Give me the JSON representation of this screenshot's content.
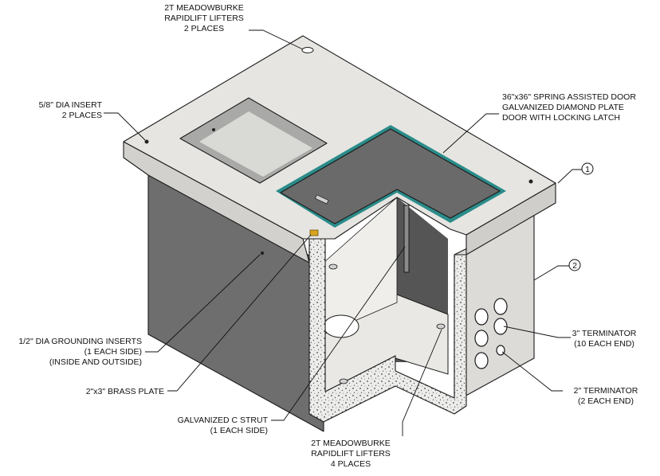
{
  "callouts": {
    "lifters_top": {
      "lines": [
        "2T MEADOWBURKE",
        "RAPIDLIFT LIFTERS",
        "2 PLACES"
      ]
    },
    "dia_insert": {
      "lines": [
        "5/8\" DIA INSERT",
        "2 PLACES"
      ]
    },
    "door": {
      "lines": [
        "36\"x36\" SPRING ASSISTED DOOR",
        "GALVANIZED DIAMOND PLATE",
        "DOOR WITH LOCKING LATCH"
      ]
    },
    "grounding": {
      "lines": [
        "1/2\" DIA GROUNDING INSERTS",
        "(1 EACH SIDE)",
        "(INSIDE AND OUTSIDE)"
      ]
    },
    "brass_plate": {
      "lines": [
        "2\"x3\" BRASS PLATE"
      ]
    },
    "c_strut": {
      "lines": [
        "GALVANIZED C STRUT",
        "(1 EACH SIDE)"
      ]
    },
    "lifters_bottom": {
      "lines": [
        "2T MEADOWBURKE",
        "RAPIDLIFT LIFTERS",
        "4 PLACES"
      ]
    },
    "term3": {
      "lines": [
        "3\" TERMINATOR",
        "(10 EACH END)"
      ]
    },
    "term2": {
      "lines": [
        "2\" TERMINATOR",
        "(2 EACH END)"
      ]
    }
  },
  "markers": {
    "m1": "1",
    "m2": "2"
  },
  "colors": {
    "lid_top": "#e6e5e1",
    "lid_front": "#d2d1cd",
    "body_left": "#6e6e6e",
    "body_end": "#dcdbd7",
    "interior_back": "#565656",
    "interior_floor": "#e9e8e4",
    "door_plate": "#6a6a6a",
    "door_frame": "#2b8c8a",
    "brass": "#d9a520"
  }
}
